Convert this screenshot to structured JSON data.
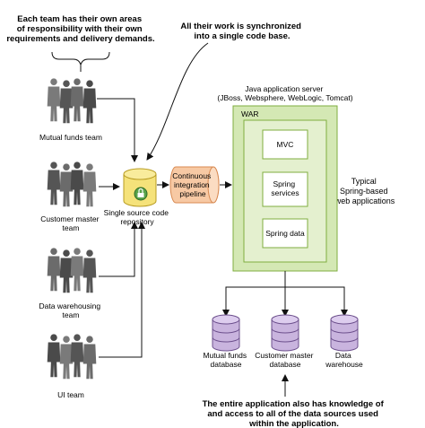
{
  "annotations": {
    "top_left": [
      "Each team has their own areas",
      "of responsibility with their own",
      "requirements and delivery demands."
    ],
    "top_right": [
      "All their work is synchronized",
      "into a single code base."
    ],
    "bottom": [
      "The entire application also has knowledge of",
      "and access to all of the data sources used",
      "within the application."
    ],
    "right_side": [
      "Typical",
      "Spring-based",
      "web applications"
    ]
  },
  "teams": [
    {
      "label": [
        "Mutual funds team"
      ]
    },
    {
      "label": [
        "Customer master",
        "team"
      ]
    },
    {
      "label": [
        "Data warehousing",
        "team"
      ]
    },
    {
      "label": [
        "UI team"
      ]
    }
  ],
  "repository": {
    "label": [
      "Single source code",
      "repository"
    ]
  },
  "pipeline": {
    "label": [
      "Continuous",
      "integration",
      "pipeline"
    ]
  },
  "server": {
    "title": [
      "Java application server",
      "(JBoss, Websphere, WebLogic, Tomcat)"
    ],
    "war_label": "WAR",
    "modules": [
      {
        "label": [
          "MVC"
        ]
      },
      {
        "label": [
          "Spring",
          "services"
        ]
      },
      {
        "label": [
          "Spring data"
        ]
      }
    ]
  },
  "databases": [
    {
      "label": [
        "Mutual funds",
        "database"
      ]
    },
    {
      "label": [
        "Customer master",
        "database"
      ]
    },
    {
      "label": [
        "Data",
        "warehouse"
      ]
    }
  ],
  "colors": {
    "war_outer": "#d4e8b4",
    "war_border": "#7fae3f",
    "module_fill": "#ffffff",
    "pipeline_fill": "#f7c9a4",
    "pipeline_border": "#d88a52",
    "repo_fill": "#f5e27a",
    "repo_border": "#b89c22",
    "db_fill": "#c9b4de",
    "db_border": "#6c4f8c",
    "people": "#6b6b6b"
  }
}
